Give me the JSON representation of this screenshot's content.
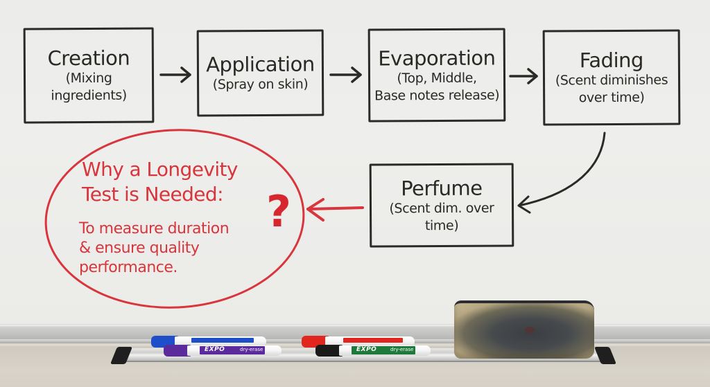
{
  "scene": {
    "type": "whiteboard-photo",
    "ink_colors": {
      "black": "#2b2a27",
      "red": "#d8353c"
    }
  },
  "flow": {
    "steps": [
      {
        "id": "creation",
        "title": "Creation",
        "desc": "(Mixing\ningredients)"
      },
      {
        "id": "application",
        "title": "Application",
        "desc": "(Spray on skin)"
      },
      {
        "id": "evaporation",
        "title": "Evaporation",
        "desc": "(Top, Middle,\nBase notes release)"
      },
      {
        "id": "fading",
        "title": "Fading",
        "desc": "(Scent diminishes\nover time)"
      },
      {
        "id": "perfume",
        "title": "Perfume",
        "desc": "(Scent dim. over\ntime)"
      }
    ],
    "connections": [
      {
        "from": "creation",
        "to": "application",
        "style": "straight-arrow"
      },
      {
        "from": "application",
        "to": "evaporation",
        "style": "straight-arrow"
      },
      {
        "from": "evaporation",
        "to": "fading",
        "style": "straight-arrow"
      },
      {
        "from": "fading",
        "to": "perfume",
        "style": "curved-arrow"
      },
      {
        "from": "perfume",
        "to": "longevity-note",
        "style": "red-arrow"
      }
    ]
  },
  "note": {
    "title": "Why a Longevity\nTest is Needed:",
    "body": "To measure duration\n& ensure quality\n     performance.",
    "symbol": "?"
  },
  "tray": {
    "markers": [
      {
        "color": "blue",
        "hex": "#1f4fc8",
        "brand": "EXPO",
        "type": "dry-erase"
      },
      {
        "color": "purple",
        "hex": "#5b2a9c",
        "brand": "EXPO",
        "type": "dry-erase"
      },
      {
        "color": "red",
        "hex": "#e0261f",
        "brand": "EXPO",
        "type": "dry-erase"
      },
      {
        "color": "black",
        "hex": "#1a1a1a",
        "band_hex": "#1e7a3a",
        "brand": "EXPO",
        "type": "dry-erase"
      }
    ],
    "eraser": "felt-eraser"
  }
}
